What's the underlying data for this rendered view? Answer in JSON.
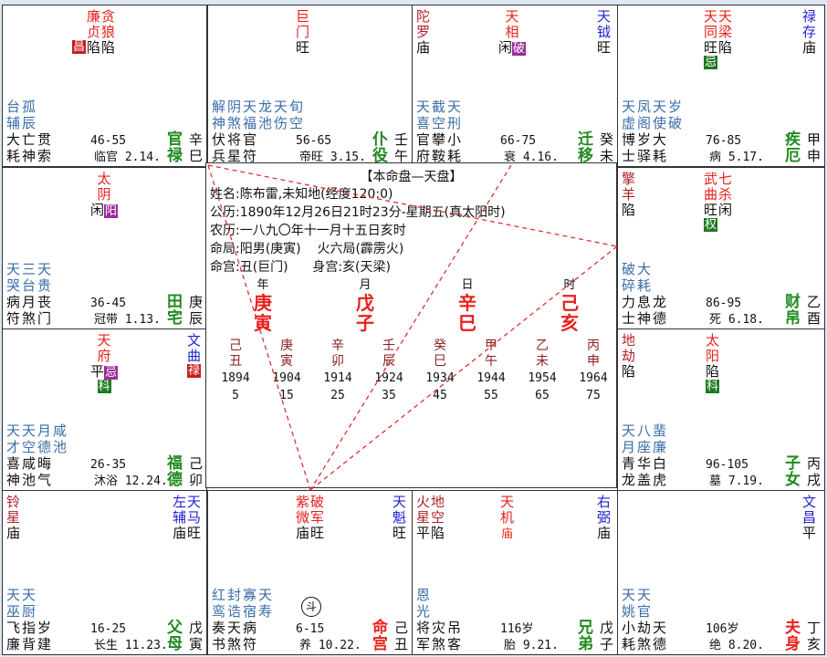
{
  "center": {
    "title": "【本命盘—天盘】",
    "info": [
      "姓名:陈布雷,未知地(经度120:0)",
      "公历:1890年12月26日21时23分-星期五(真太阳时)",
      "农历:一八九〇年十一月十五日亥时",
      "命局:阳男(庚寅)    火六局(霹雳火)",
      "命宫:丑(巨门)      身宫:亥(天梁)"
    ],
    "pillars": [
      {
        "label": "年",
        "stem": "庚",
        "branch": "寅"
      },
      {
        "label": "月",
        "stem": "戊",
        "branch": "子"
      },
      {
        "label": "日",
        "stem": "辛",
        "branch": "巳"
      },
      {
        "label": "时",
        "stem": "己",
        "branch": "亥"
      }
    ],
    "dayun": [
      {
        "stem": "己",
        "branch": "丑",
        "year": "1894",
        "age": "5"
      },
      {
        "stem": "庚",
        "branch": "寅",
        "year": "1904",
        "age": "15"
      },
      {
        "stem": "辛",
        "branch": "卯",
        "year": "1914",
        "age": "25"
      },
      {
        "stem": "壬",
        "branch": "辰",
        "year": "1924",
        "age": "35"
      },
      {
        "stem": "癸",
        "branch": "巳",
        "year": "1934",
        "age": "45"
      },
      {
        "stem": "甲",
        "branch": "午",
        "year": "1944",
        "age": "55"
      },
      {
        "stem": "乙",
        "branch": "未",
        "year": "1954",
        "age": "65"
      },
      {
        "stem": "丙",
        "branch": "申",
        "year": "1964",
        "age": "75"
      }
    ]
  },
  "palaces": {
    "si": {
      "stars": [
        {
          "type": "major",
          "col": 88,
          "chars": [
            "廉",
            "贞"
          ],
          "bright": "陷"
        },
        {
          "type": "major",
          "col": 104,
          "chars": [
            "贪",
            "狼"
          ],
          "bright": "陷"
        }
      ],
      "prefix_hua": {
        "col": 72,
        "label": "昌",
        "kind": "lu"
      },
      "minor": [
        "台孤",
        "辅辰"
      ],
      "gods": [
        "大亡贯",
        "耗神索"
      ],
      "decade": "46-55",
      "stage": "临官 2.14.",
      "palace": [
        "官",
        "禄"
      ],
      "stem": [
        "辛",
        "巳"
      ],
      "ming": false
    },
    "wu": {
      "stars": [
        {
          "type": "major",
          "col": 92,
          "chars": [
            "巨",
            "门"
          ],
          "bright": "旺"
        }
      ],
      "minor": [
        "解阴天龙天旬",
        "神煞福池伤空"
      ],
      "gods": [
        "伏将官",
        "兵星符"
      ],
      "decade": "56-65",
      "stage": "帝旺 3.15.",
      "palace": [
        "仆",
        "役"
      ],
      "stem": [
        "壬",
        "午"
      ],
      "ming": false
    },
    "wei": {
      "stars": [
        {
          "type": "malefic",
          "col": 0,
          "chars": [
            "陀",
            "罗"
          ],
          "bright": "庙"
        },
        {
          "type": "major",
          "col": 90,
          "chars": [
            "天",
            "相"
          ],
          "bright": "闲",
          "hua_right": {
            "label": "破",
            "kind": "ji"
          }
        },
        {
          "type": "aux",
          "col": 198,
          "chars": [
            "天",
            "钺"
          ],
          "bright": "旺"
        }
      ],
      "minor": [
        "天截天",
        "喜空刑"
      ],
      "gods": [
        "官攀小",
        "府鞍耗"
      ],
      "decade": "66-75",
      "stage": "衰 4.16.",
      "palace": [
        "迁",
        "移"
      ],
      "stem": [
        "癸",
        "未"
      ],
      "ming": false
    },
    "shen": {
      "stars": [
        {
          "type": "major",
          "col": 90,
          "chars": [
            "天",
            "同"
          ],
          "bright": "旺",
          "hua_below": {
            "label": "忌",
            "kind": "quan"
          }
        },
        {
          "type": "major",
          "col": 106,
          "chars": [
            "天",
            "梁"
          ],
          "bright": "陷"
        },
        {
          "type": "aux",
          "col": 198,
          "chars": [
            "禄",
            "存"
          ],
          "bright": "庙"
        }
      ],
      "minor": [
        "天凤天岁",
        "虚阁使破"
      ],
      "gods": [
        "博岁大",
        "士驿耗"
      ],
      "decade": "76-85",
      "stage": "病 5.17.",
      "palace": [
        "疾",
        "厄"
      ],
      "stem": [
        "甲",
        "申"
      ],
      "ming": false
    },
    "chen": {
      "stars": [
        {
          "type": "major",
          "col": 92,
          "chars": [
            "太",
            "阴"
          ],
          "bright": "闲",
          "hua_right": {
            "label": "阳",
            "kind": "ji"
          }
        }
      ],
      "minor": [
        "天三天",
        "哭台贵"
      ],
      "gods": [
        "病月丧",
        "符煞门"
      ],
      "decade": "36-45",
      "stage": "冠带 1.13.",
      "palace": [
        "田",
        "宅"
      ],
      "stem": [
        "庚",
        "辰"
      ],
      "ming": false
    },
    "you": {
      "stars": [
        {
          "type": "malefic",
          "col": 0,
          "chars": [
            "擎",
            "羊"
          ],
          "bright": "陷"
        },
        {
          "type": "major",
          "col": 90,
          "chars": [
            "武",
            "曲"
          ],
          "bright": "旺",
          "hua_below": {
            "label": "权",
            "kind": "quan"
          }
        },
        {
          "type": "major",
          "col": 106,
          "chars": [
            "七",
            "杀"
          ],
          "bright": "闲"
        }
      ],
      "minor": [
        "破大",
        "碎耗"
      ],
      "gods": [
        "力息龙",
        "士神德"
      ],
      "decade": "86-95",
      "stage": "死 6.18.",
      "palace": [
        "财",
        "帛"
      ],
      "stem": [
        "乙",
        "酉"
      ],
      "ming": false
    },
    "mao": {
      "stars": [
        {
          "type": "major",
          "col": 92,
          "chars": [
            "天",
            "府"
          ],
          "bright": "平",
          "hua_right": {
            "label": "忌",
            "kind": "ji"
          },
          "hua_below": {
            "label": "科",
            "kind": "ke"
          }
        },
        {
          "type": "aux",
          "col": 198,
          "chars": [
            "文",
            "曲"
          ],
          "bright": "",
          "hua_below": {
            "label": "禄",
            "kind": "lu"
          }
        }
      ],
      "minor": [
        "天天月咸",
        "才空德池"
      ],
      "gods": [
        "喜咸晦",
        "神池气"
      ],
      "decade": "26-35",
      "stage": "沐浴 12.24.",
      "palace": [
        "福",
        "德"
      ],
      "stem": [
        "己",
        "卯"
      ],
      "ming": false
    },
    "xu": {
      "stars": [
        {
          "type": "malefic",
          "col": 0,
          "chars": [
            "地",
            "劫"
          ],
          "bright": "陷"
        },
        {
          "type": "major",
          "col": 92,
          "chars": [
            "太",
            "阳"
          ],
          "bright": "陷",
          "hua_below": {
            "label": "科",
            "kind": "ke"
          }
        }
      ],
      "minor": [
        "天八蜚",
        "月座廉"
      ],
      "gods": [
        "青华白",
        "龙盖虎"
      ],
      "decade": "96-105",
      "stage": "墓 7.19.",
      "palace": [
        "子",
        "女"
      ],
      "stem": [
        "丙",
        "戌"
      ],
      "ming": false
    },
    "yin": {
      "stars": [
        {
          "type": "malefic",
          "col": 0,
          "chars": [
            "铃",
            "星"
          ],
          "bright": "庙"
        },
        {
          "type": "aux",
          "col": 182,
          "chars": [
            "左",
            "辅"
          ],
          "bright": "庙"
        },
        {
          "type": "aux",
          "col": 198,
          "chars": [
            "天",
            "马"
          ],
          "bright": "旺"
        }
      ],
      "minor": [
        "天天",
        "巫厨"
      ],
      "gods": [
        "飞指岁",
        "廉背建"
      ],
      "decade": "16-25",
      "stage": "长生 11.23.",
      "palace": [
        "父",
        "母"
      ],
      "stem": [
        "戊",
        "寅"
      ],
      "ming": false
    },
    "chou": {
      "stars": [
        {
          "type": "major",
          "col": 92,
          "chars": [
            "紫",
            "微"
          ],
          "bright": "庙"
        },
        {
          "type": "major",
          "col": 108,
          "chars": [
            "破",
            "军"
          ],
          "bright": "旺"
        },
        {
          "type": "aux",
          "col": 198,
          "chars": [
            "天",
            "魁"
          ],
          "bright": "旺"
        }
      ],
      "minor": [
        "红封寡天",
        "鸾诰宿寿"
      ],
      "gods": [
        "奏天病",
        "书煞符"
      ],
      "decade": "6-15",
      "stage": "养 10.22.",
      "palace": [
        "命",
        "宫"
      ],
      "stem": [
        "己",
        "丑"
      ],
      "ming": true,
      "dou_mark": "斗"
    },
    "zi": {
      "stars": [
        {
          "type": "malefic",
          "col": 0,
          "chars": [
            "火",
            "星"
          ],
          "bright": "平"
        },
        {
          "type": "malefic",
          "col": 16,
          "chars": [
            "地",
            "空"
          ],
          "bright": "陷"
        },
        {
          "type": "major",
          "col": 92,
          "chars": [
            "天",
            "机"
          ],
          "bright": "",
          "hua_below_inline": {
            "label": "庙",
            "kind": "lu"
          }
        },
        {
          "type": "aux",
          "col": 198,
          "chars": [
            "右",
            "弼"
          ],
          "bright": "庙"
        }
      ],
      "minor": [
        "恩",
        "光"
      ],
      "gods": [
        "将灾吊",
        "军煞客"
      ],
      "decade": "116岁",
      "stage": "胎 9.21.",
      "palace": [
        "兄",
        "弟"
      ],
      "stem": [
        "戊",
        "子"
      ],
      "ming": false
    },
    "hai": {
      "stars": [
        {
          "type": "aux",
          "col": 198,
          "chars": [
            "文",
            "昌"
          ],
          "bright": "平"
        }
      ],
      "minor": [
        "天天",
        "姚官"
      ],
      "gods": [
        "小劫天",
        "耗煞德"
      ],
      "decade": "106岁",
      "stage": "绝 8.20.",
      "palace": [
        "夫",
        "身"
      ],
      "stem": [
        "丁",
        "亥"
      ],
      "ming": true
    }
  },
  "colors": {
    "major_star": "#e8201c",
    "malefic_star": "#b0202a",
    "aux_star": "#2323d4",
    "minor_star": "#3a6ea8",
    "palace_name": "#1f8a1f",
    "ming_palace": "#e8201c",
    "sanfang_lines": "#e03030"
  }
}
